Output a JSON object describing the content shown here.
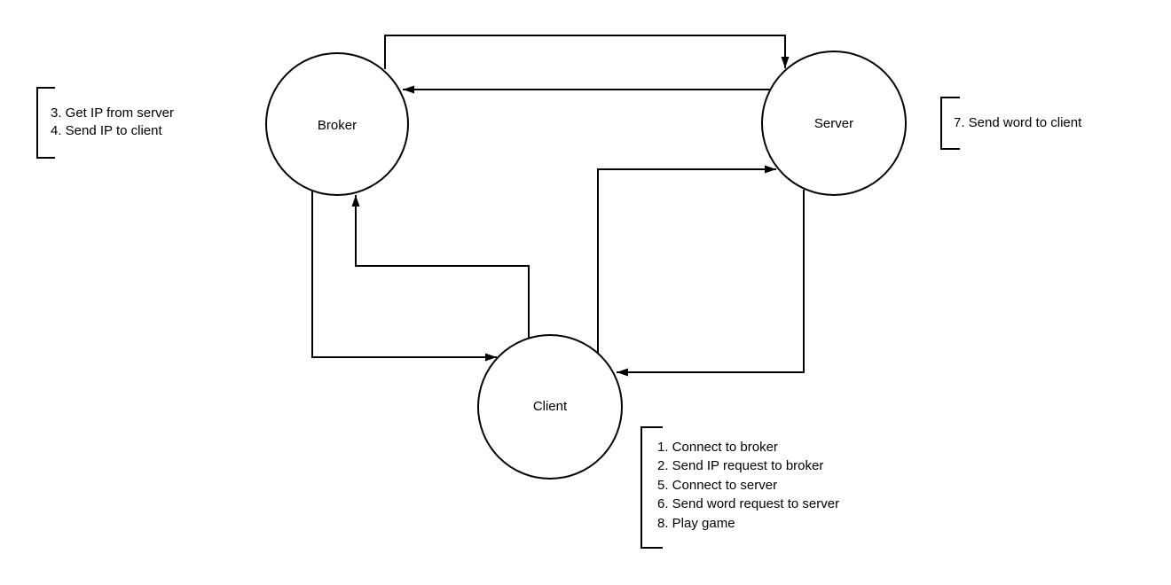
{
  "page": {
    "background_color": "#ffffff",
    "line_color": "#000000",
    "text_color": "#000000"
  },
  "diagram": {
    "nodes": [
      {
        "id": "broker",
        "label": "Broker"
      },
      {
        "id": "server",
        "label": "Server"
      },
      {
        "id": "client",
        "label": "Client"
      }
    ],
    "edges": [
      {
        "from": "broker",
        "to": "server"
      },
      {
        "from": "server",
        "to": "broker"
      },
      {
        "from": "client",
        "to": "broker"
      },
      {
        "from": "broker",
        "to": "client"
      },
      {
        "from": "client",
        "to": "server"
      },
      {
        "from": "server",
        "to": "client"
      }
    ],
    "annotations": {
      "broker_steps": {
        "lines": [
          "3. Get IP from server",
          "4. Send IP to client"
        ]
      },
      "server_steps": {
        "lines": [
          "7. Send word to client"
        ]
      },
      "client_steps": {
        "lines": [
          "1. Connect to broker",
          "2. Send IP request to broker",
          "5. Connect to server",
          "6. Send word request to server",
          "8. Play game"
        ]
      }
    }
  }
}
